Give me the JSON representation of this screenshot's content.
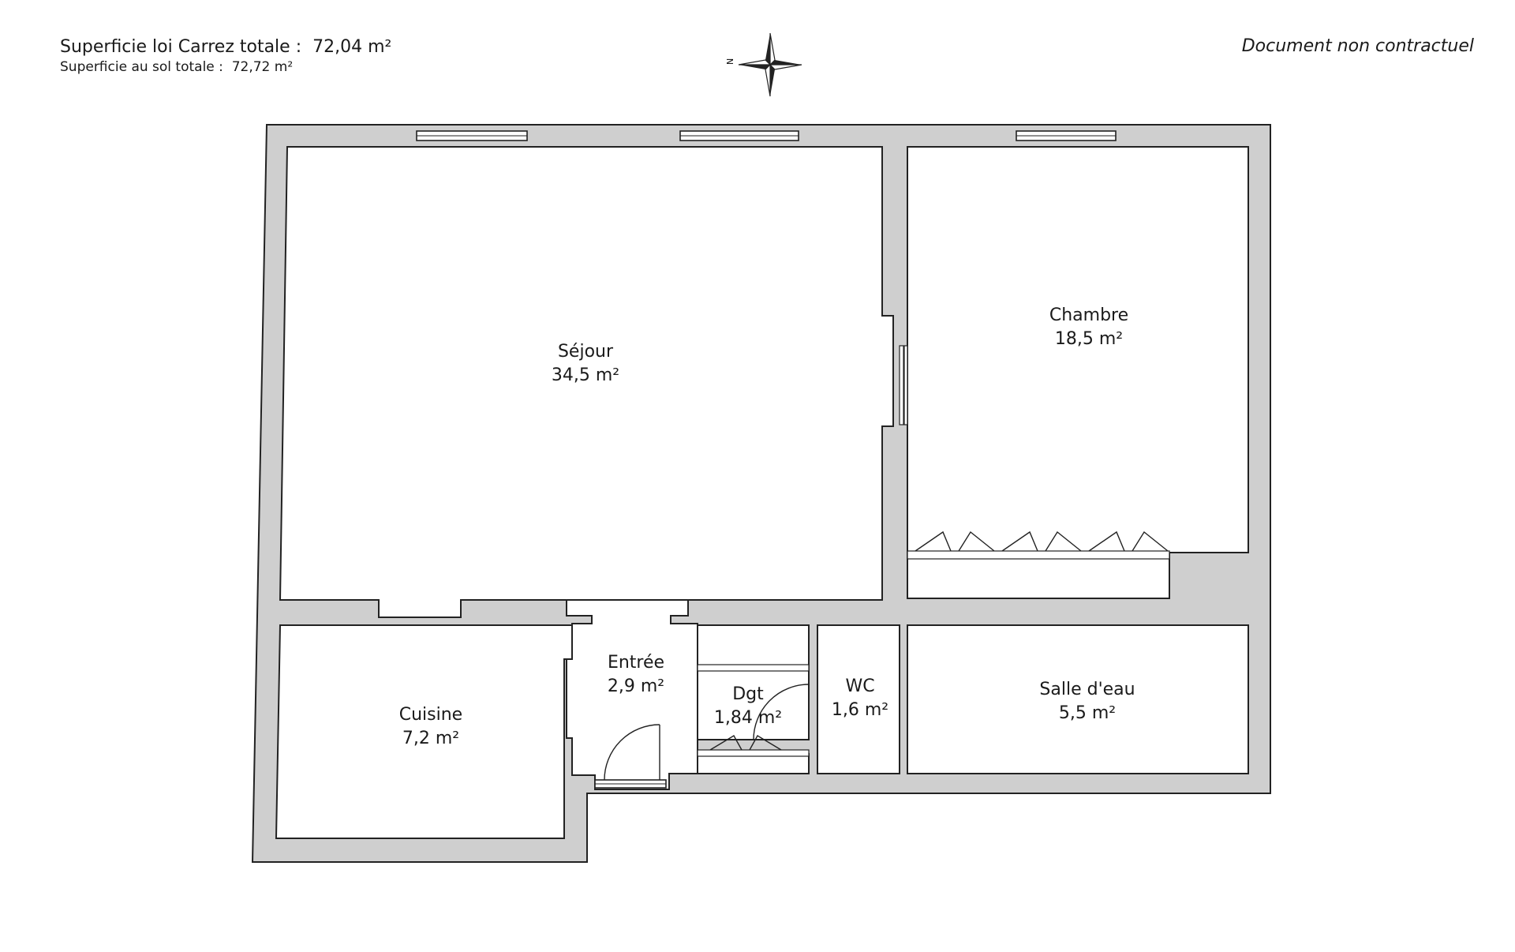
{
  "header": {
    "carrez_label": "Superficie loi Carrez totale :",
    "carrez_value": "72,04 m²",
    "sol_label": "Superficie au sol totale :",
    "sol_value": "72,72 m²",
    "disclaimer": "Document non contractuel"
  },
  "compass": {
    "north_label": "N",
    "icon": "compass-rose-icon"
  },
  "rooms": {
    "sejour": {
      "name": "Séjour",
      "area": "34,5 m²"
    },
    "chambre": {
      "name": "Chambre",
      "area": "18,5 m²"
    },
    "entree": {
      "name": "Entrée",
      "area": "2,9 m²"
    },
    "dgt": {
      "name": "Dgt",
      "area": "1,84 m²"
    },
    "wc": {
      "name": "WC",
      "area": "1,6 m²"
    },
    "salle_deau": {
      "name": "Salle d'eau",
      "area": "5,5 m²"
    },
    "cuisine": {
      "name": "Cuisine",
      "area": "7,2 m²"
    }
  },
  "colors": {
    "wall": "#cfcfcf",
    "line": "#222222",
    "floor": "#ffffff"
  }
}
